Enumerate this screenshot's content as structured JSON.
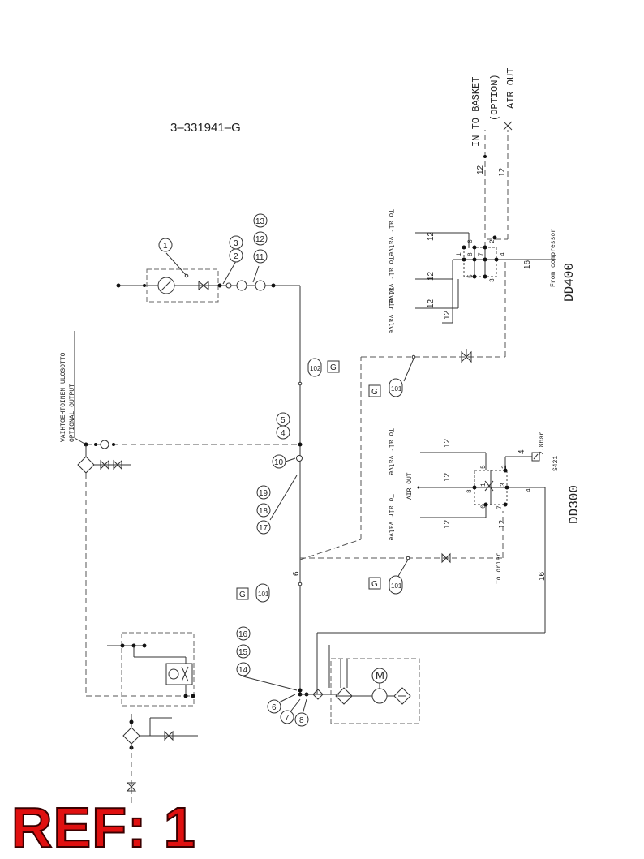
{
  "drawing_number": "3–331941–G",
  "ref_label": "REF: 1",
  "models": {
    "dd400": "DD400",
    "dd300": "DD300"
  },
  "labels": {
    "in_to_basket": "IN TO BASKET",
    "option": "(OPTION)",
    "air_out": "AIR OUT",
    "air_out_small": "AIR OUT",
    "to_air_valve": "To air valve",
    "from_compressor": "From compressor",
    "to_drier": "To drier",
    "optional_fi": "VAIHTOEHTOINEN ULOSOTTO",
    "optional_en": "OPTIONAL OUTPUT",
    "pressure": "2.8bar",
    "switch_code": "S421",
    "motor": "M",
    "g": "G"
  },
  "pipes": {
    "p12": "12",
    "p16": "16",
    "p6": "6",
    "p4": "4"
  },
  "ports": {
    "p1": "1",
    "p2": "2",
    "p3": "3",
    "p4": "4",
    "p5": "5",
    "p6": "6",
    "p7": "7",
    "p8": "8"
  },
  "bubbles": {
    "b1": "1",
    "b2": "2",
    "b3": "3",
    "b4": "4",
    "b5": "5",
    "b6": "6",
    "b7": "7",
    "b8": "8",
    "b10": "10",
    "b11": "11",
    "b12": "12",
    "b13": "13",
    "b14": "14",
    "b15": "15",
    "b16": "16",
    "b17": "17",
    "b18": "18",
    "b19": "19",
    "b101": "101",
    "b102": "102"
  }
}
